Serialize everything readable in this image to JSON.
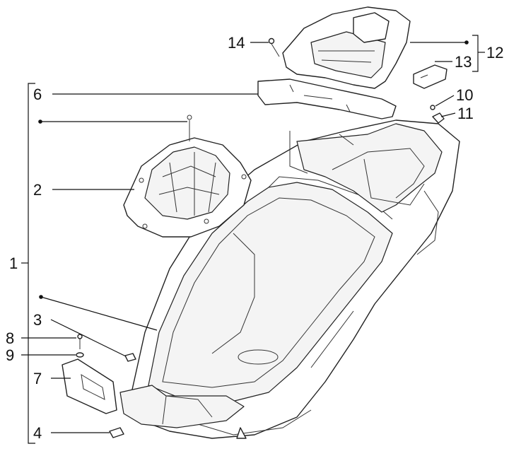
{
  "callouts": {
    "c1": "1",
    "c2": "2",
    "c3": "3",
    "c4": "4",
    "c6": "6",
    "c7": "7",
    "c8": "8",
    "c9": "9",
    "c10": "10",
    "c11": "11",
    "c12": "12",
    "c13": "13",
    "c14": "14"
  }
}
